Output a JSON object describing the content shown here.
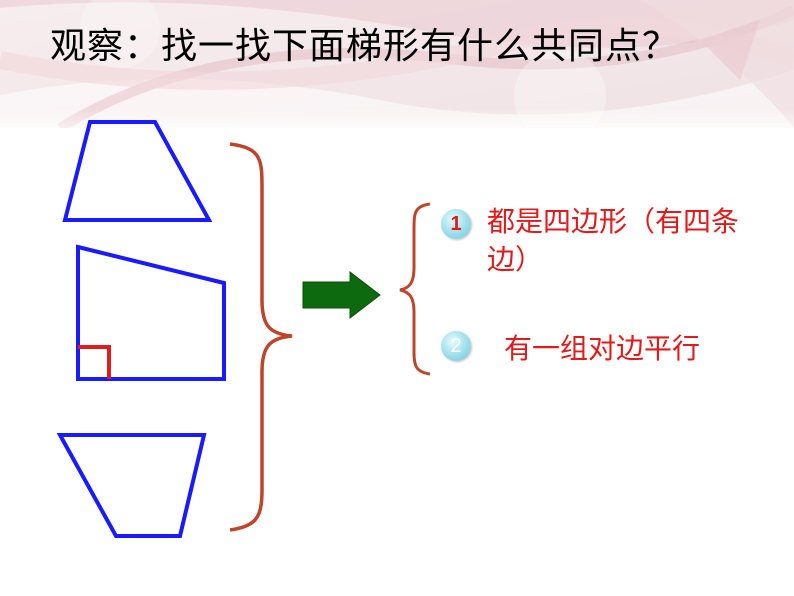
{
  "slide": {
    "title": "观察：找一找下面梯形有什么共同点？"
  },
  "points": [
    {
      "number": "1",
      "text": "都是四边形（有四条边）"
    },
    {
      "number": "2",
      "text": "有一组对边平行"
    }
  ],
  "colors": {
    "shape_stroke": "#1a1aff",
    "right_angle_mark": "#e21a1a",
    "brace": "#c0442a",
    "arrow": "#0e6a0e",
    "point_text": "#e21a1a"
  },
  "icons": {
    "arrow": "right-arrow-icon",
    "badge_1": "number-badge-icon",
    "badge_2": "number-badge-icon"
  }
}
